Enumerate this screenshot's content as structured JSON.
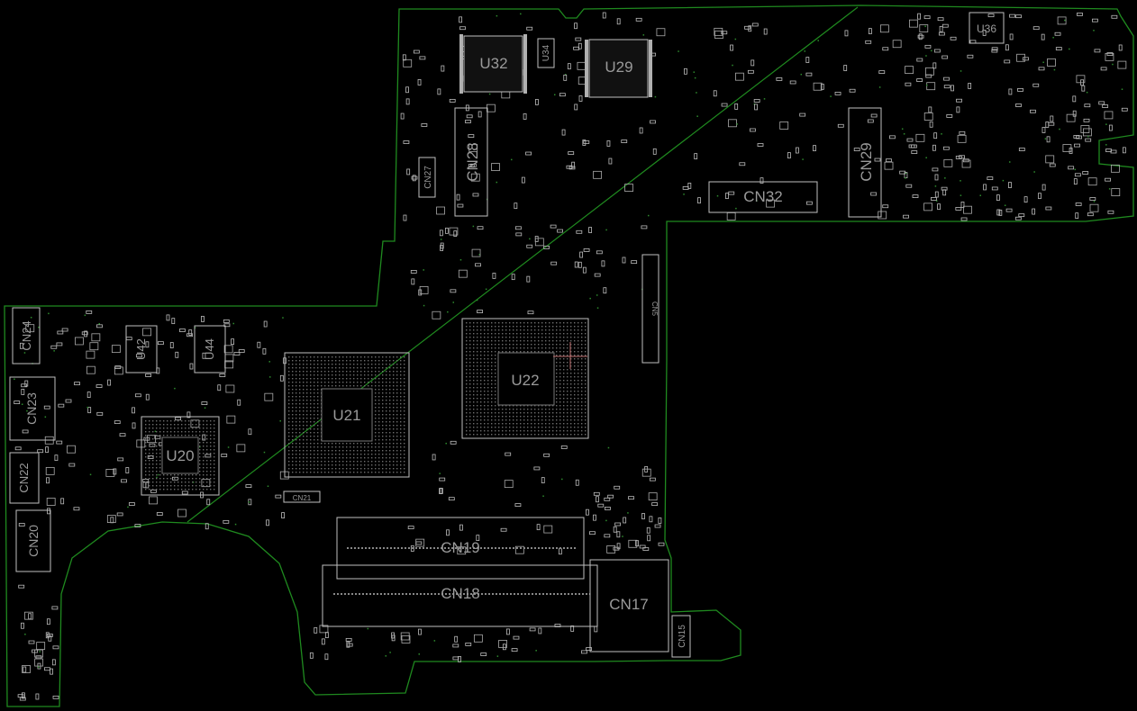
{
  "colors": {
    "background": "#000000",
    "outline": "#1f8a1f",
    "silkscreen": "#bfbfbf",
    "label": "#9a9a9a"
  },
  "components": {
    "U32": "U32",
    "U34": "U34",
    "U29": "U29",
    "U36": "U36",
    "CN28": "CN28",
    "CN27": "CN27",
    "CN29": "CN29",
    "CN32": "CN32",
    "CN5": "CN5",
    "U42": "U42",
    "U44": "U44",
    "U21": "U21",
    "U20": "U20",
    "U22": "U22",
    "CN24": "CN24",
    "CN23": "CN23",
    "CN22": "CN22",
    "CN20": "CN20",
    "CN21": "CN21",
    "CN19": "CN19",
    "CN18": "CN18",
    "CN17": "CN17",
    "CN15": "CN15"
  }
}
